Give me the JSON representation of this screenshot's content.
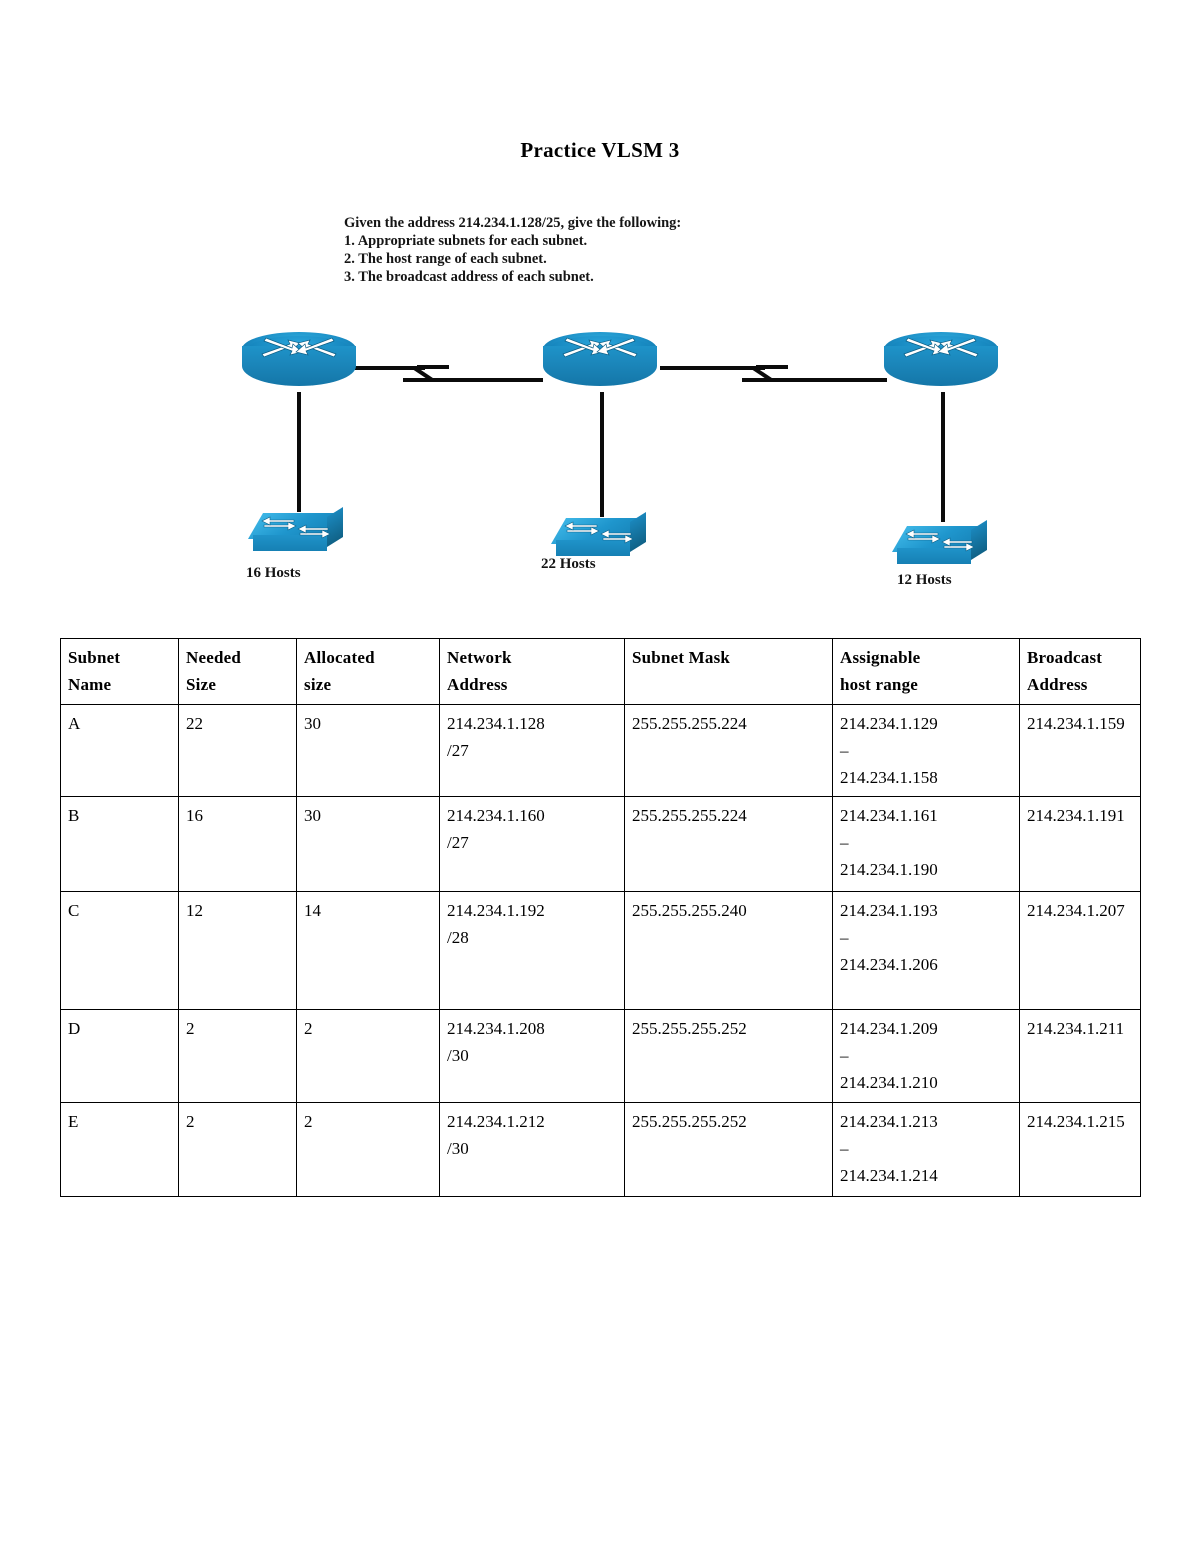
{
  "document": {
    "title": "Practice VLSM 3",
    "prompt": [
      "Given the address 214.234.1.128/25, give the following:",
      "1. Appropriate subnets for each subnet.",
      "2. The host range of each subnet.",
      "3. The broadcast address of each subnet."
    ]
  },
  "diagram": {
    "nodes": [
      {
        "id": "router-left",
        "type": "router",
        "label": ""
      },
      {
        "id": "router-center",
        "type": "router",
        "label": ""
      },
      {
        "id": "router-right",
        "type": "router",
        "label": ""
      },
      {
        "id": "switch-left",
        "type": "switch",
        "label": "16 Hosts"
      },
      {
        "id": "switch-center",
        "type": "switch",
        "label": "22 Hosts"
      },
      {
        "id": "switch-right",
        "type": "switch",
        "label": "12 Hosts"
      }
    ],
    "labels": {
      "left": "16 Hosts",
      "center": "22 Hosts",
      "right": "12 Hosts"
    },
    "colors": {
      "device_blue": "#1b8cc2",
      "device_blue_light": "#35b3e2",
      "link_black": "#0b0b0b"
    }
  },
  "table": {
    "headers": [
      {
        "line1": "Subnet",
        "line2": "Name"
      },
      {
        "line1": "Needed",
        "line2": "Size"
      },
      {
        "line1": "Allocated",
        "line2": "size"
      },
      {
        "line1": "Network",
        "line2": "Address"
      },
      {
        "line1": "Subnet Mask",
        "line2": ""
      },
      {
        "line1": "Assignable",
        "line2": "host range"
      },
      {
        "line1": "Broadcast",
        "line2": "Address"
      }
    ],
    "rows": [
      {
        "name": "A",
        "needed_size": "22",
        "allocated_size": "30",
        "network_address": "214.234.1.128",
        "prefix": "/27",
        "subnet_mask": "255.255.255.224",
        "host_range_start": "214.234.1.129",
        "host_range_dash": "–",
        "host_range_end": "214.234.1.158",
        "broadcast_address": "214.234.1.159"
      },
      {
        "name": "B",
        "needed_size": "16",
        "allocated_size": "30",
        "network_address": "214.234.1.160",
        "prefix": "/27",
        "subnet_mask": "255.255.255.224",
        "host_range_start": "214.234.1.161",
        "host_range_dash": "–",
        "host_range_end": "214.234.1.190",
        "broadcast_address": "214.234.1.191"
      },
      {
        "name": "C",
        "needed_size": "12",
        "allocated_size": "14",
        "network_address": "214.234.1.192",
        "prefix": "/28",
        "subnet_mask": "255.255.255.240",
        "host_range_start": "214.234.1.193",
        "host_range_dash": "–",
        "host_range_end": "214.234.1.206",
        "broadcast_address": "214.234.1.207"
      },
      {
        "name": "D",
        "needed_size": "2",
        "allocated_size": "2",
        "network_address": "214.234.1.208",
        "prefix": "/30",
        "subnet_mask": "255.255.255.252",
        "host_range_start": "214.234.1.209",
        "host_range_dash": "–",
        "host_range_end": "214.234.1.210",
        "broadcast_address": "214.234.1.211"
      },
      {
        "name": "E",
        "needed_size": "2",
        "allocated_size": "2",
        "network_address": "214.234.1.212",
        "prefix": "/30",
        "subnet_mask": "255.255.255.252",
        "host_range_start": "214.234.1.213",
        "host_range_dash": "–",
        "host_range_end": "214.234.1.214",
        "broadcast_address": "214.234.1.215"
      }
    ]
  }
}
